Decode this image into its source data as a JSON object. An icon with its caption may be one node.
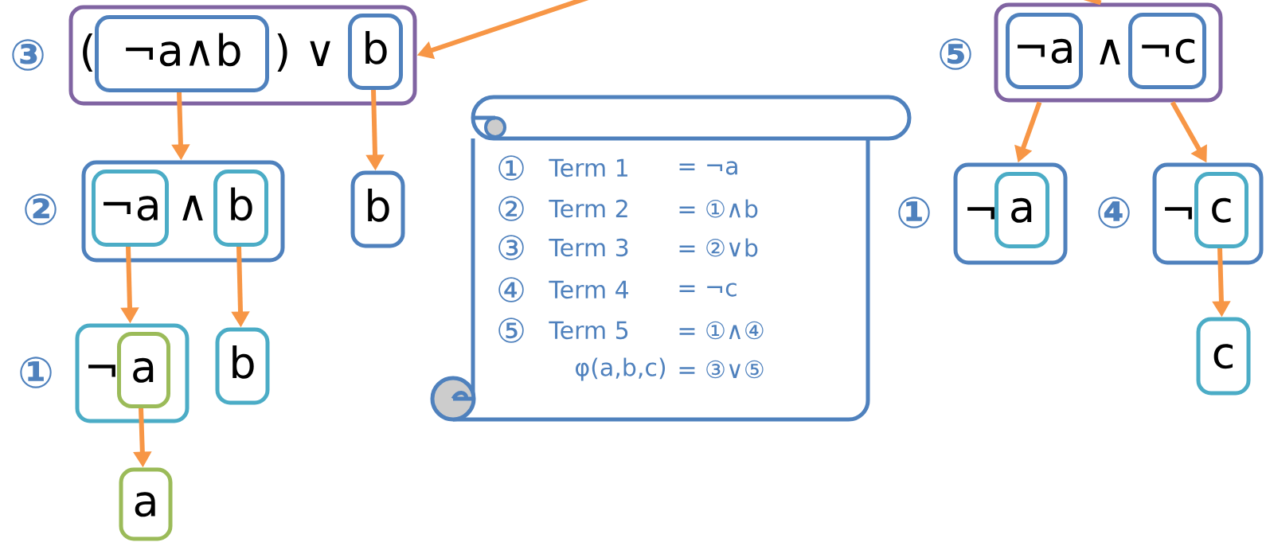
{
  "diagram": {
    "nodes": [
      {
        "text": [
          "(",
          ") ∨"
        ],
        "beside": [
          "③"
        ]
      },
      {
        "text": [
          "¬a∧b"
        ],
        "in": 0
      },
      {
        "text": [
          "b"
        ],
        "in": 0
      },
      {
        "text": [
          "∧"
        ],
        "beside": [
          "②"
        ]
      },
      {
        "text": [
          "¬a"
        ],
        "in": 3
      },
      {
        "text": [
          "b"
        ],
        "in": 3
      },
      {
        "text": [
          "b"
        ]
      },
      {
        "text": [
          "¬"
        ],
        "beside": [
          "①"
        ]
      },
      {
        "text": [
          "a"
        ],
        "in": 7
      },
      {
        "text": [
          "b"
        ]
      },
      {
        "text": [
          "a"
        ]
      },
      {
        "text": [
          "∧"
        ],
        "beside": [
          "⑤"
        ]
      },
      {
        "text": [
          "¬a"
        ],
        "in": 11
      },
      {
        "text": [
          "¬c"
        ],
        "in": 11
      },
      {
        "text": [
          "¬"
        ],
        "beside": [
          "①"
        ]
      },
      {
        "text": [
          "a"
        ],
        "in": 14
      },
      {
        "text": [
          "¬"
        ],
        "beside": [
          "④"
        ]
      },
      {
        "text": [
          "c"
        ],
        "in": 16
      },
      {
        "text": [
          "c"
        ]
      },
      {
        "text": [
          "①",
          "Term 1",
          "= ¬a",
          "②",
          "Term 2",
          "= ①∧b",
          "③",
          "Term 3",
          "= ②∨b",
          "④",
          "Term 4",
          "= ¬c",
          "⑤",
          "Term 5",
          "= ①∧④",
          "φ(a,b,c)",
          "= ③∨⑤"
        ]
      }
    ],
    "edges": [
      {
        "from": 1,
        "to": 3,
        "arrow": "to"
      },
      {
        "from": 2,
        "to": 6,
        "arrow": "to"
      },
      {
        "from": 4,
        "to": 7,
        "arrow": "to"
      },
      {
        "from": 5,
        "to": 9,
        "arrow": "to"
      },
      {
        "from": 8,
        "to": 10,
        "arrow": "to"
      },
      {
        "from": null,
        "to": 0,
        "arrow": "to"
      },
      {
        "from": 11,
        "to": null,
        "arrow": "none"
      },
      {
        "from": 11,
        "to": 14,
        "arrow": "to"
      },
      {
        "from": 11,
        "to": 16,
        "arrow": "to"
      },
      {
        "from": 17,
        "to": 18,
        "arrow": "to"
      }
    ]
  }
}
